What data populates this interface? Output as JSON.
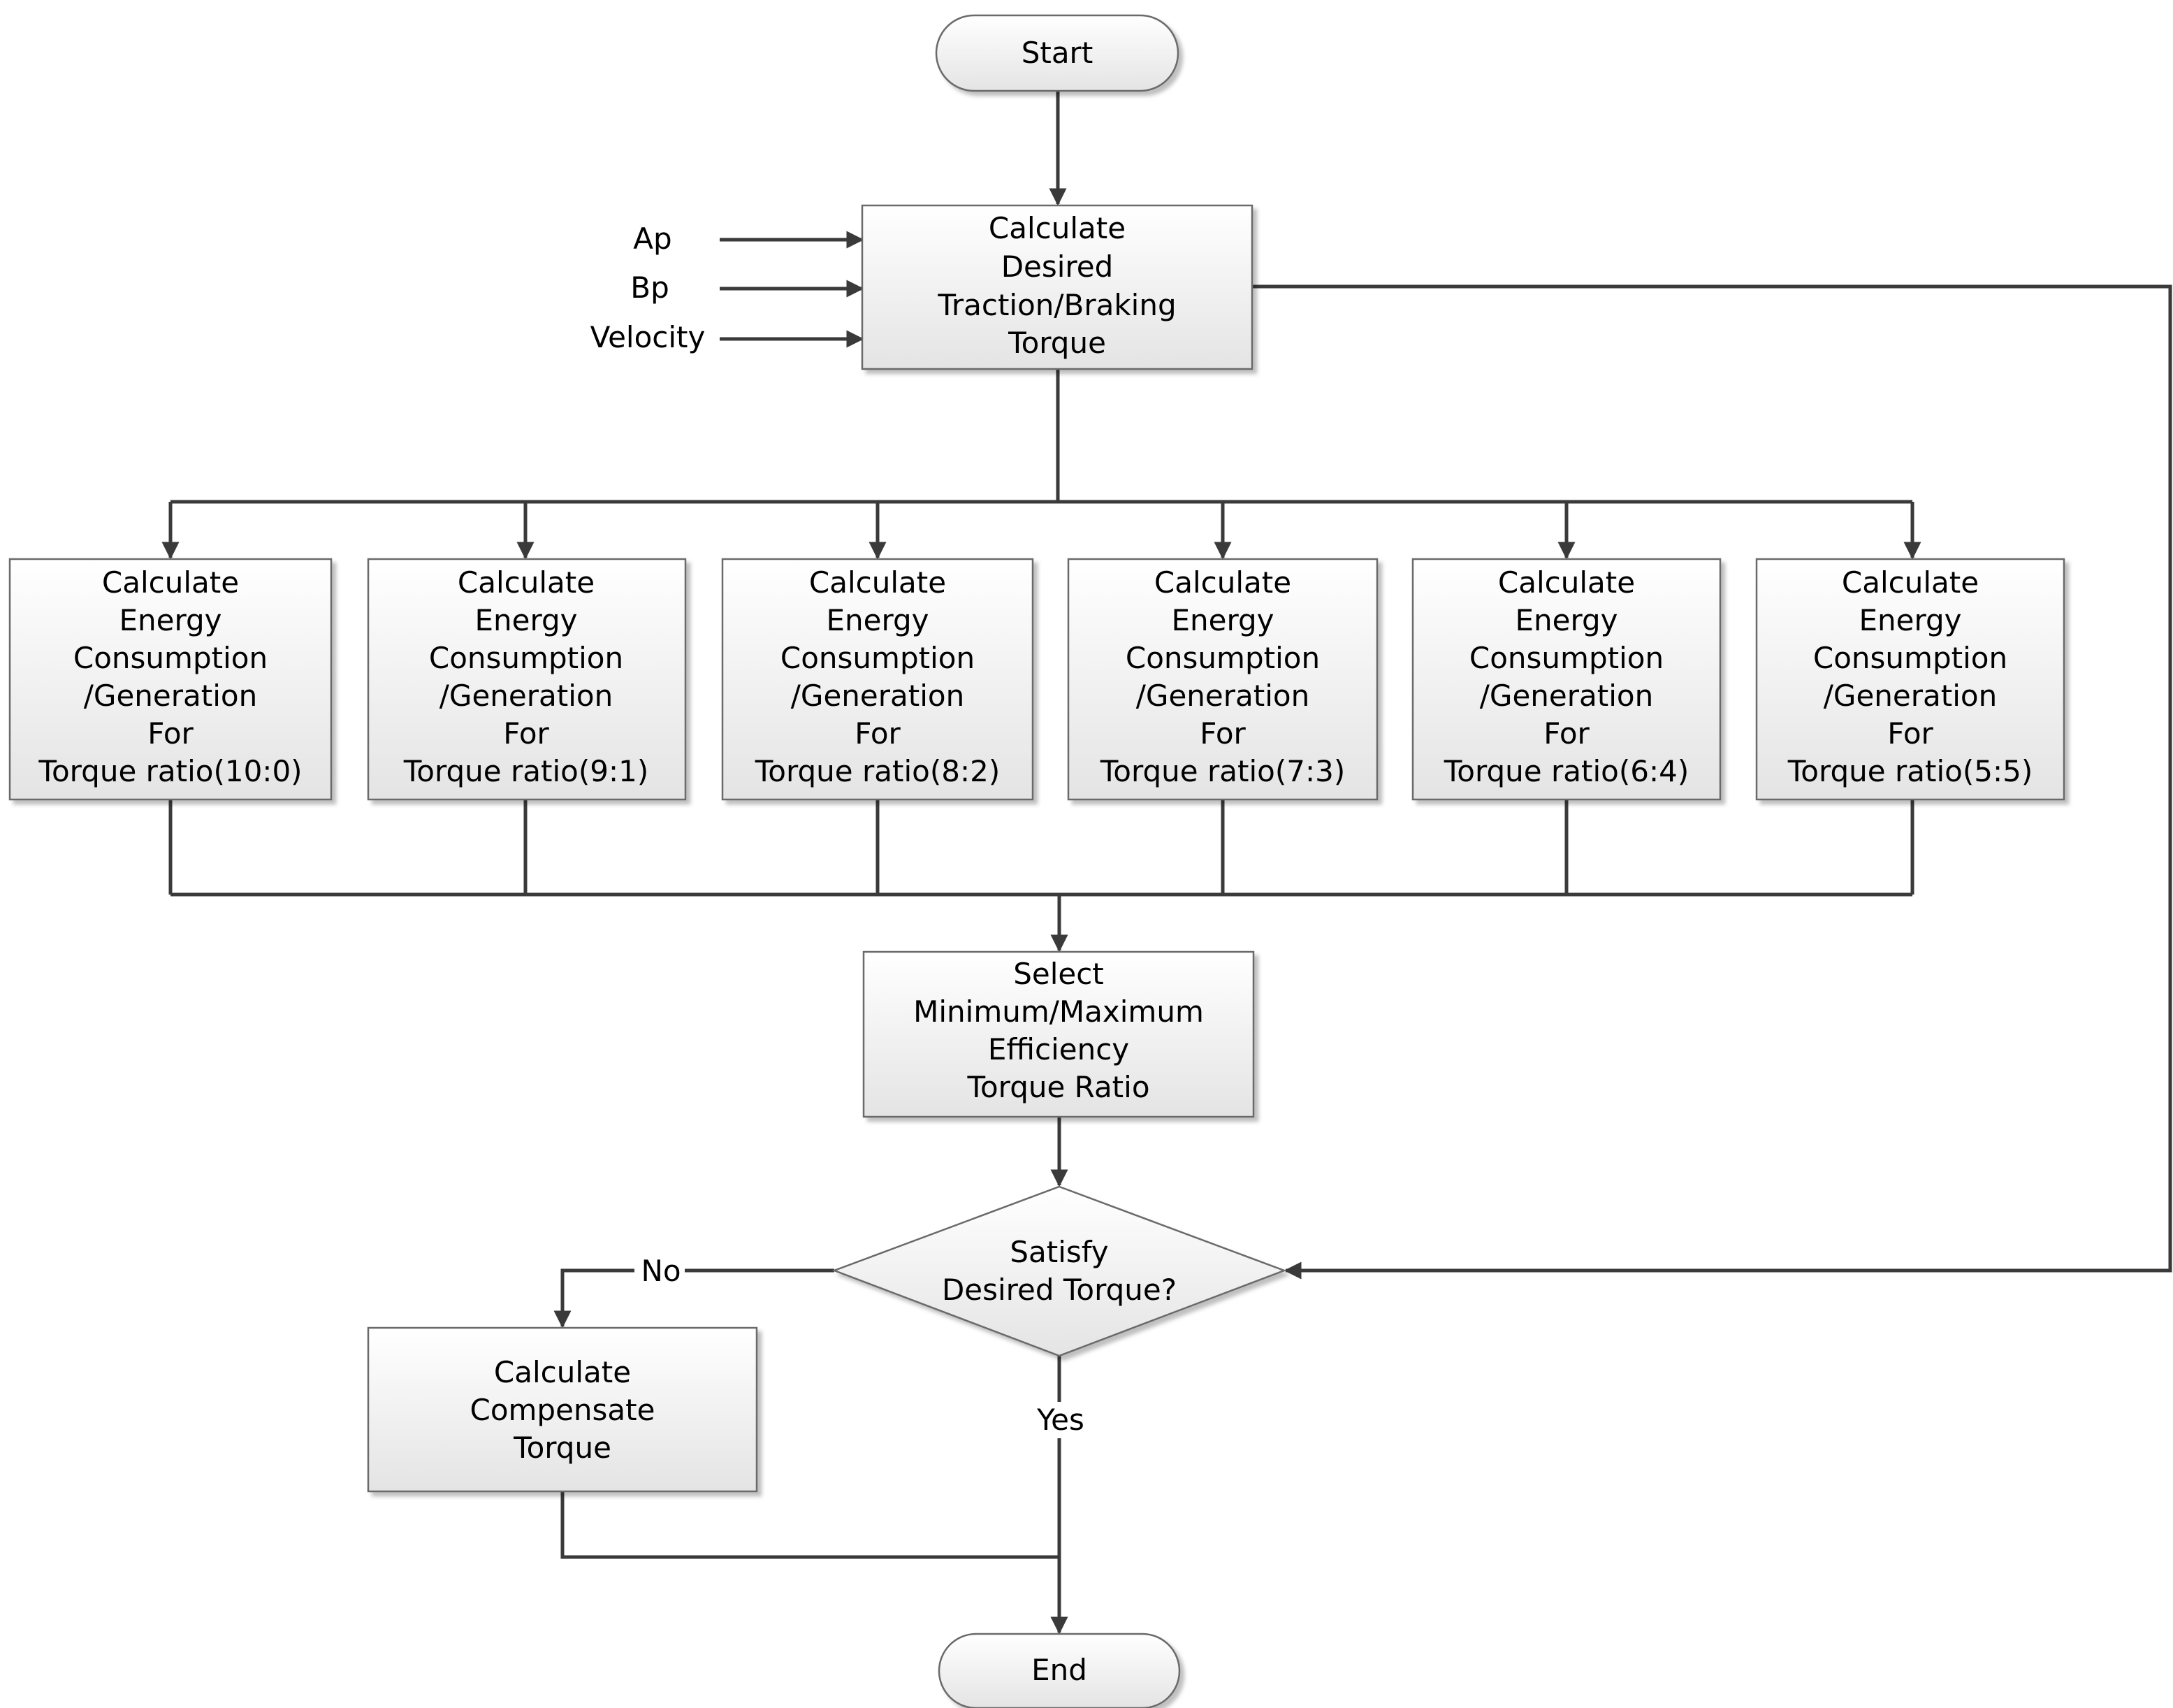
{
  "nodes": {
    "start": "Start",
    "end": "End",
    "calc_desired": [
      "Calculate",
      "Desired",
      "Traction/Braking",
      "Torque"
    ],
    "energy": [
      [
        "Calculate",
        "Energy",
        "Consumption",
        "/Generation",
        "For",
        "Torque ratio(10:0)"
      ],
      [
        "Calculate",
        "Energy",
        "Consumption",
        "/Generation",
        "For",
        "Torque ratio(9:1)"
      ],
      [
        "Calculate",
        "Energy",
        "Consumption",
        "/Generation",
        "For",
        "Torque ratio(8:2)"
      ],
      [
        "Calculate",
        "Energy",
        "Consumption",
        "/Generation",
        "For",
        "Torque ratio(7:3)"
      ],
      [
        "Calculate",
        "Energy",
        "Consumption",
        "/Generation",
        "For",
        "Torque ratio(6:4)"
      ],
      [
        "Calculate",
        "Energy",
        "Consumption",
        "/Generation",
        "For",
        "Torque ratio(5:5)"
      ]
    ],
    "select": [
      "Select",
      "Minimum/Maximum",
      "Efficiency",
      "Torque Ratio"
    ],
    "decision": [
      "Satisfy",
      "Desired Torque?"
    ],
    "compensate": [
      "Calculate",
      "Compensate",
      "Torque"
    ]
  },
  "inputs": [
    "Ap",
    "Bp",
    "Velocity"
  ],
  "edge_labels": {
    "no": "No",
    "yes": "Yes"
  },
  "colors": {
    "box_fill_top": "#ffffff",
    "box_fill_bottom": "#e6e6e6",
    "line": "#3a3a3a",
    "border": "#6b6b6b"
  }
}
